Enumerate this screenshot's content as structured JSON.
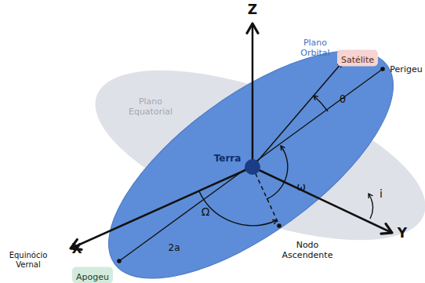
{
  "diagram": {
    "nodes": [
      {
        "text": [
          "Satélite"
        ]
      },
      {
        "text": [
          "Apogeu"
        ]
      }
    ],
    "labels": [
      "Z",
      "Plano Orbital",
      "Perigeu",
      "Plano Equatorial",
      "θ",
      "Terra",
      "ω",
      "i",
      "Ω",
      "Y",
      "X",
      "2a",
      "Nodo Ascendente",
      "Equinócio Vernal"
    ]
  }
}
